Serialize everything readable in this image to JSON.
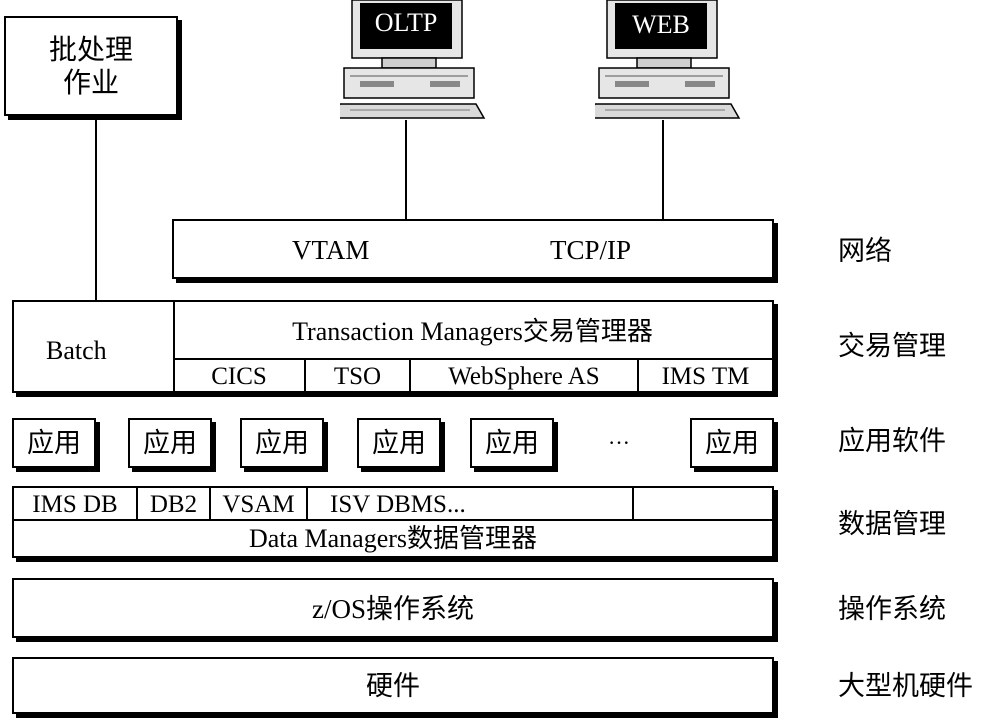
{
  "batch_job": "批处理\n作业",
  "terminals": [
    "OLTP",
    "WEB"
  ],
  "network": {
    "vtam": "VTAM",
    "tcpip": "TCP/IP"
  },
  "transaction": {
    "batch": "Batch",
    "title": "Transaction  Managers交易管理器",
    "items": [
      "CICS",
      "TSO",
      "WebSphere AS",
      "IMS TM"
    ]
  },
  "apps": {
    "label": "应用",
    "ellipsis": "···"
  },
  "data_mgmt": {
    "items": [
      "IMS DB",
      "DB2",
      "VSAM",
      "ISV DBMS..."
    ],
    "title": "Data  Managers数据管理器"
  },
  "os": "z/OS操作系统",
  "hardware": "硬件",
  "layer_labels": [
    "网络",
    "交易管理",
    "应用软件",
    "数据管理",
    "操作系统",
    "大型机硬件"
  ]
}
